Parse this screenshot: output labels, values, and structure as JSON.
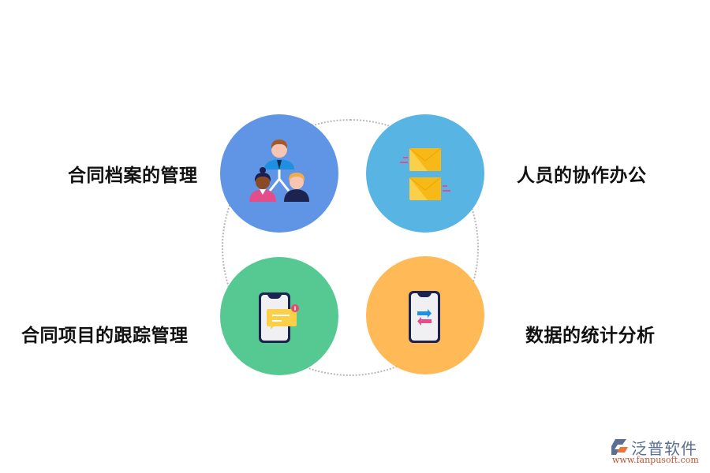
{
  "diagram": {
    "items": [
      {
        "label": "合同档案的管理",
        "icon": "people-hierarchy-icon",
        "color": "#5f95e4",
        "position": "top-left"
      },
      {
        "label": "人员的协作办公",
        "icon": "envelopes-icon",
        "color": "#58b4e3",
        "position": "top-right"
      },
      {
        "label": "合同项目的跟踪管理",
        "icon": "phone-message-icon",
        "color": "#56c993",
        "position": "bottom-left"
      },
      {
        "label": "数据的统计分析",
        "icon": "phone-transfer-icon",
        "color": "#ffb957",
        "position": "bottom-right"
      }
    ],
    "ring_color": "#b8b8b8"
  },
  "logo": {
    "title": "泛普软件",
    "url": "www.fanpusoft.com",
    "title_color": "#5a6e96",
    "url_color": "#c0552f"
  }
}
